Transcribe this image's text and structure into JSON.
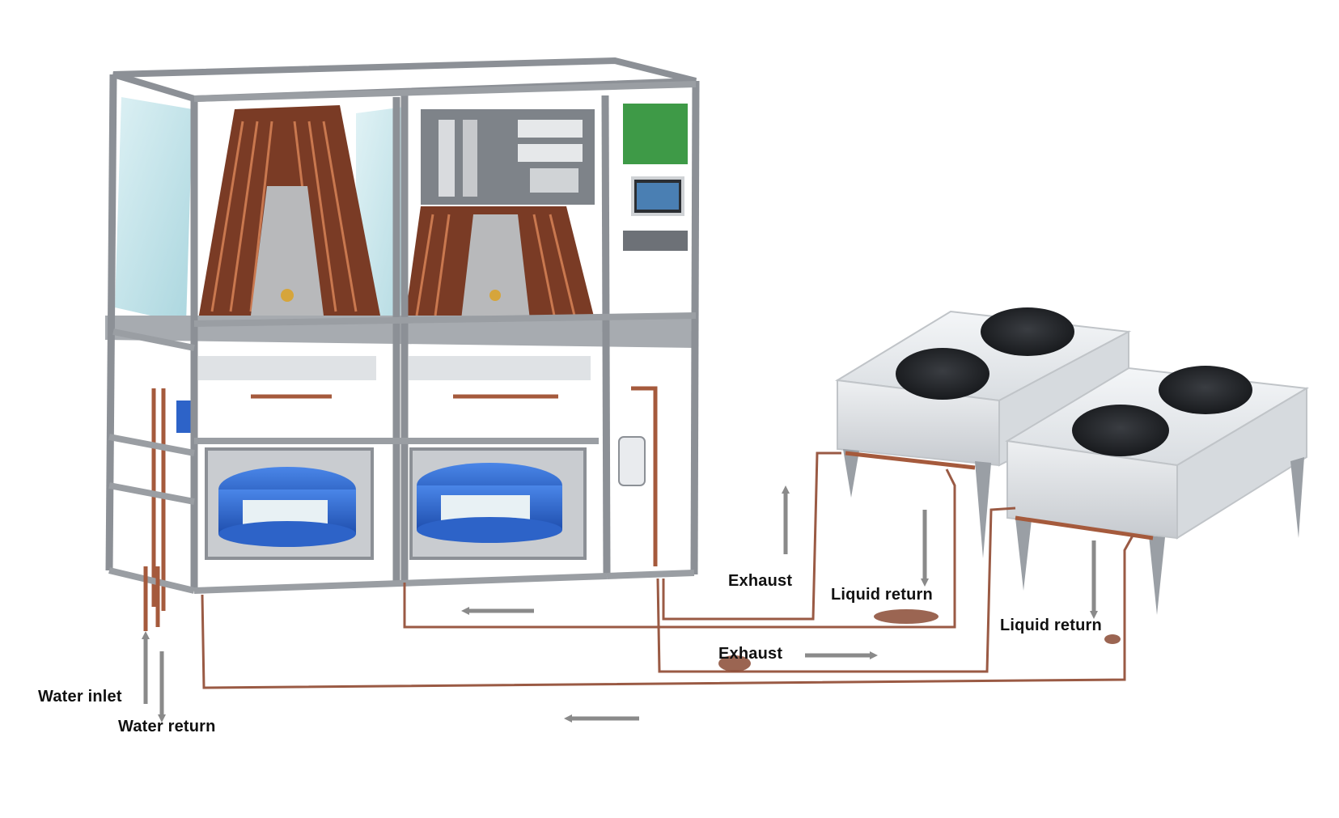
{
  "labels": {
    "exhaust_1": "Exhaust",
    "liquid_return_1": "Liquid return",
    "exhaust_2": "Exhaust",
    "liquid_return_2": "Liquid return",
    "water_inlet": "Water inlet",
    "water_return": "Water return"
  },
  "colors": {
    "frame": "#8c9096",
    "frame_dark": "#5f6368",
    "copper": "#a55a3c",
    "pipe": "#9a5a44",
    "fan_blue": "#2d63c8",
    "glass": "#bfe3ea",
    "condenser_body": "#e6e8ea",
    "fan_black": "#1d1f22",
    "arrow": "#8a8a8a",
    "panel": "#7e8389"
  }
}
